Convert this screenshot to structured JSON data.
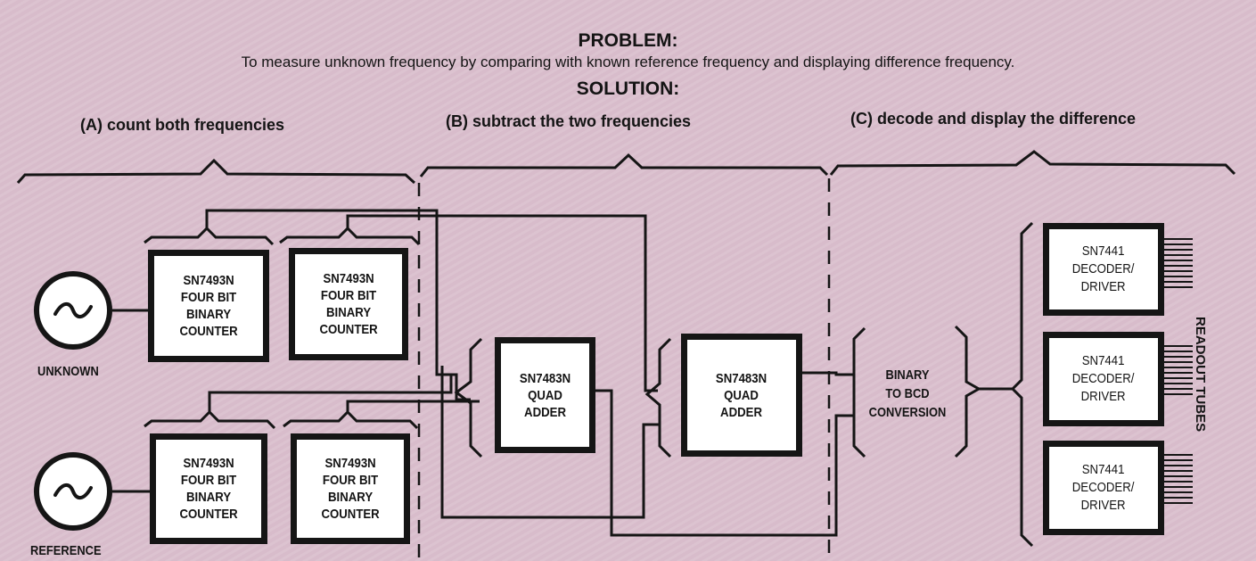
{
  "header": {
    "problem_heading": "PROBLEM:",
    "problem_text": "To measure unknown frequency by comparing with known reference frequency and displaying difference frequency.",
    "solution_heading": "SOLUTION:"
  },
  "steps": {
    "a": "(A) count both frequencies",
    "b": "(B) subtract the two frequencies",
    "c": "(C) decode and display the difference"
  },
  "oscillators": {
    "unknown": {
      "label": "UNKNOWN",
      "symbol": "~"
    },
    "reference": {
      "label": "REFERENCE",
      "symbol": "~"
    }
  },
  "counters": {
    "unknown_1": "SN7493N\nFOUR BIT\nBINARY\nCOUNTER",
    "unknown_2": "SN7493N\nFOUR BIT\nBINARY\nCOUNTER",
    "reference_1": "SN7493N\nFOUR BIT\nBINARY\nCOUNTER",
    "reference_2": "SN7493N\nFOUR BIT\nBINARY\nCOUNTER"
  },
  "adders": {
    "adder_1": "SN7483N\nQUAD\nADDER",
    "adder_2": "SN7483N\nQUAD\nADDER"
  },
  "conversion": "BINARY\nTO BCD\nCONVERSION",
  "decoders": {
    "decoder_1": "SN7441\nDECODER/\nDRIVER",
    "decoder_2": "SN7441\nDECODER/\nDRIVER",
    "decoder_3": "SN7441\nDECODER/\nDRIVER"
  },
  "readout": "READOUT TUBES",
  "colors": {
    "background": "#d8bccb",
    "ink": "#141414",
    "block_fill": "#ffffff"
  }
}
